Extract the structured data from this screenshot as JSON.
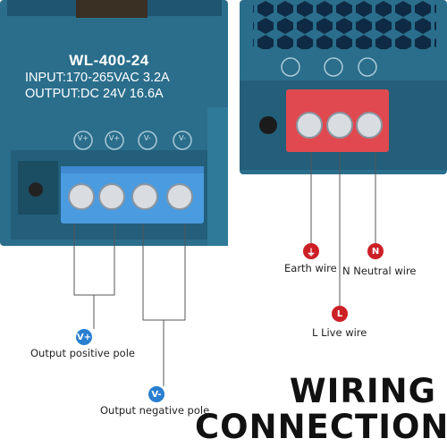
{
  "device_label": {
    "model": "WL-400-24",
    "input": "INPUT:170-265VAC 3.2A",
    "output": "OUTPUT:DC 24V 16.6A"
  },
  "terminal_marks": [
    "V+",
    "V+",
    "V-",
    "V-"
  ],
  "wiring": {
    "positive": {
      "badge": "V+",
      "caption": "Output positive pole"
    },
    "negative": {
      "badge": "V-",
      "caption": "Output negative pole"
    },
    "earth": {
      "badge": "⏚",
      "caption": "Earth wire"
    },
    "neutral": {
      "badge": "N",
      "caption": "N Neutral wire"
    },
    "live": {
      "badge": "L",
      "caption": "L Live wire"
    }
  },
  "headline": {
    "line1": "WIRING",
    "line2": "CONNECTION"
  },
  "colors": {
    "housing": "#2a6e8c",
    "terminal_dc": "#4a9be0",
    "terminal_ac": "#e0494f",
    "badge_blue": "#2a7fd0",
    "badge_red": "#cc2027"
  }
}
